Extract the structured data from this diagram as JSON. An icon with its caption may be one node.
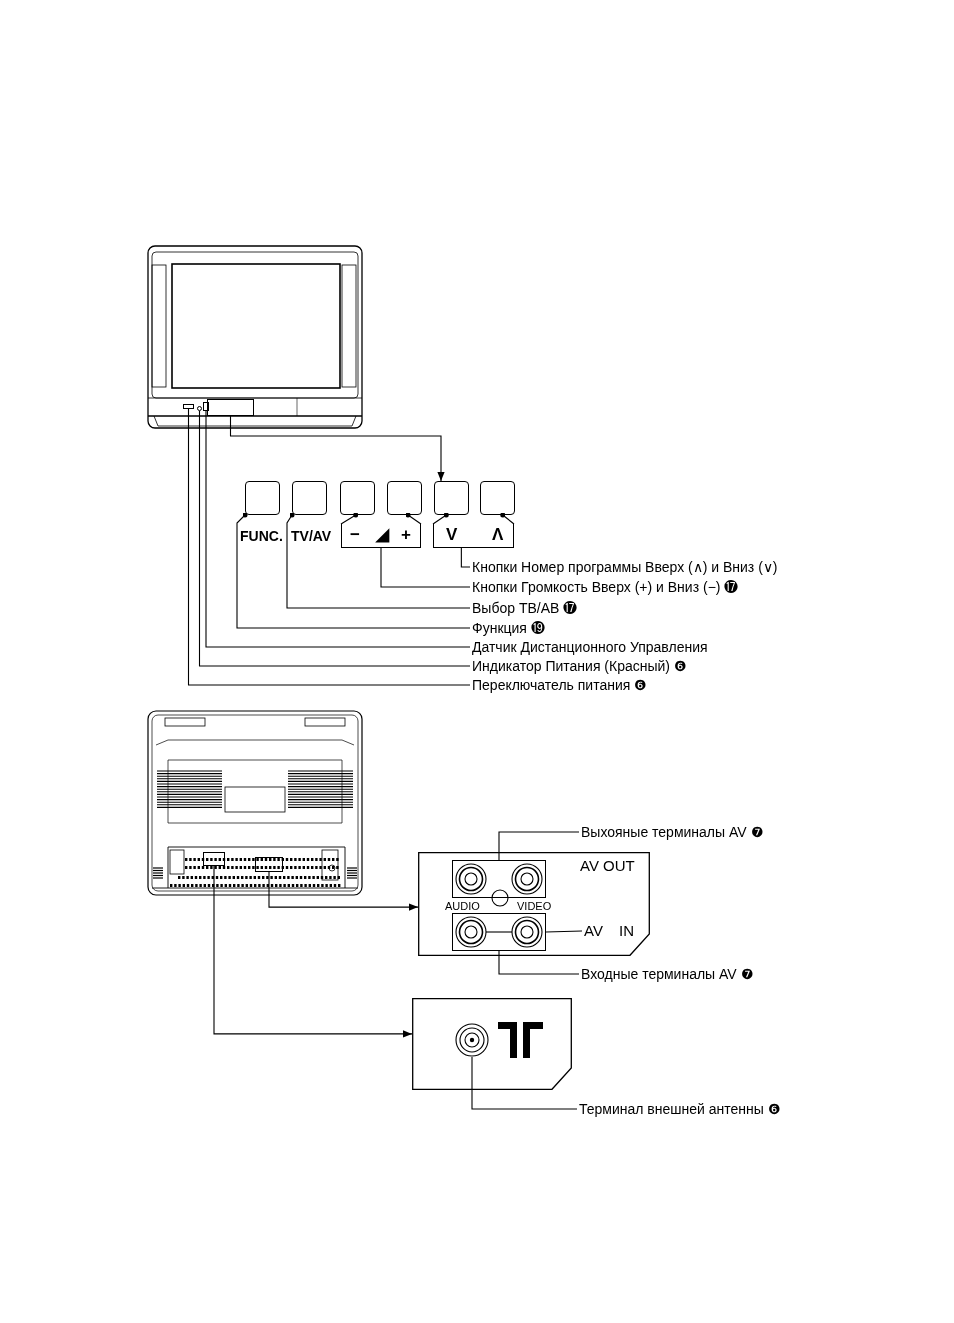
{
  "diagram": {
    "nodes": [
      {
        "text": [],
        "shape": "box"
      },
      {
        "text": [],
        "shape": "circle"
      },
      {
        "text": [],
        "shape": "box"
      },
      {
        "text": [],
        "shape": "box"
      },
      {
        "text": [],
        "shape": "box"
      },
      {
        "text": [],
        "shape": "box"
      },
      {
        "text": [],
        "shape": "box"
      },
      {
        "text": [],
        "shape": "box"
      },
      {
        "text": [],
        "shape": "box"
      },
      {
        "text": [],
        "shape": "box"
      },
      {
        "text": [
          "−",
          "◢",
          "+"
        ]
      },
      {
        "text": [
          "V",
          "Λ"
        ]
      },
      {
        "text": [
          "Кнопки Номер программы Вверх (∧) и Вниз (∨)"
        ]
      },
      {
        "text": [
          "Кнопки Громкость Вверх (+) и Вниз (−) ⓱"
        ]
      },
      {
        "text": [
          "Выбор ТВ/АВ ⓱"
        ]
      },
      {
        "text": [
          "Функция ⓳"
        ]
      },
      {
        "text": [
          "Датчик Дистанционного Управления"
        ]
      },
      {
        "text": [
          "Индикатор Питания (Красный) ❻"
        ]
      },
      {
        "text": [
          "Переключатель питания ❻"
        ]
      },
      {
        "text": [],
        "shape": "box"
      },
      {
        "text": [],
        "shape": "box"
      },
      {
        "text": [
          "AV OUT",
          "AUDIO",
          "VIDEO"
        ]
      },
      {
        "text": [],
        "shape": "box",
        "in": 21
      },
      {
        "text": [],
        "shape": "box",
        "in": 21
      },
      {
        "text": [
          "AV IN"
        ],
        "in": 21
      },
      {
        "text": [
          "Выхояные терминалы AV ❼"
        ]
      },
      {
        "text": [
          "Входные терминалы AV ❼"
        ]
      },
      {
        "text": [],
        "shape": "box"
      },
      {
        "text": [],
        "shape": "circle",
        "in": 27
      },
      {
        "text": [
          "Терминал внешней антенны ❻"
        ]
      }
    ],
    "edges": [
      {
        "from": 3,
        "to": 8,
        "arrow": "to"
      },
      {
        "from": 6,
        "to": 10,
        "arrow": "other"
      },
      {
        "from": 7,
        "to": 10,
        "arrow": "other"
      },
      {
        "from": 8,
        "to": 11,
        "arrow": "other"
      },
      {
        "from": 9,
        "to": 11,
        "arrow": "other"
      },
      {
        "from": 11,
        "to": 12,
        "arrow": "none"
      },
      {
        "from": 10,
        "to": 13,
        "arrow": "none"
      },
      {
        "from": 5,
        "to": 14,
        "arrow": "other"
      },
      {
        "from": 4,
        "to": 15,
        "arrow": "other"
      },
      {
        "from": 2,
        "to": 16,
        "arrow": "none"
      },
      {
        "from": 1,
        "to": 17,
        "arrow": "none"
      },
      {
        "from": 0,
        "to": 18,
        "arrow": "none"
      },
      {
        "from": 19,
        "to": 21,
        "arrow": "to"
      },
      {
        "from": 20,
        "to": 27,
        "arrow": "to"
      },
      {
        "from": 22,
        "to": 25,
        "arrow": "none"
      },
      {
        "from": 23,
        "to": 26,
        "arrow": "none"
      },
      {
        "from": 23,
        "to": 24,
        "arrow": "none"
      },
      {
        "from": 28,
        "to": 29,
        "arrow": "none"
      }
    ],
    "labels": [
      "FUNC.",
      "TV/AV"
    ]
  }
}
